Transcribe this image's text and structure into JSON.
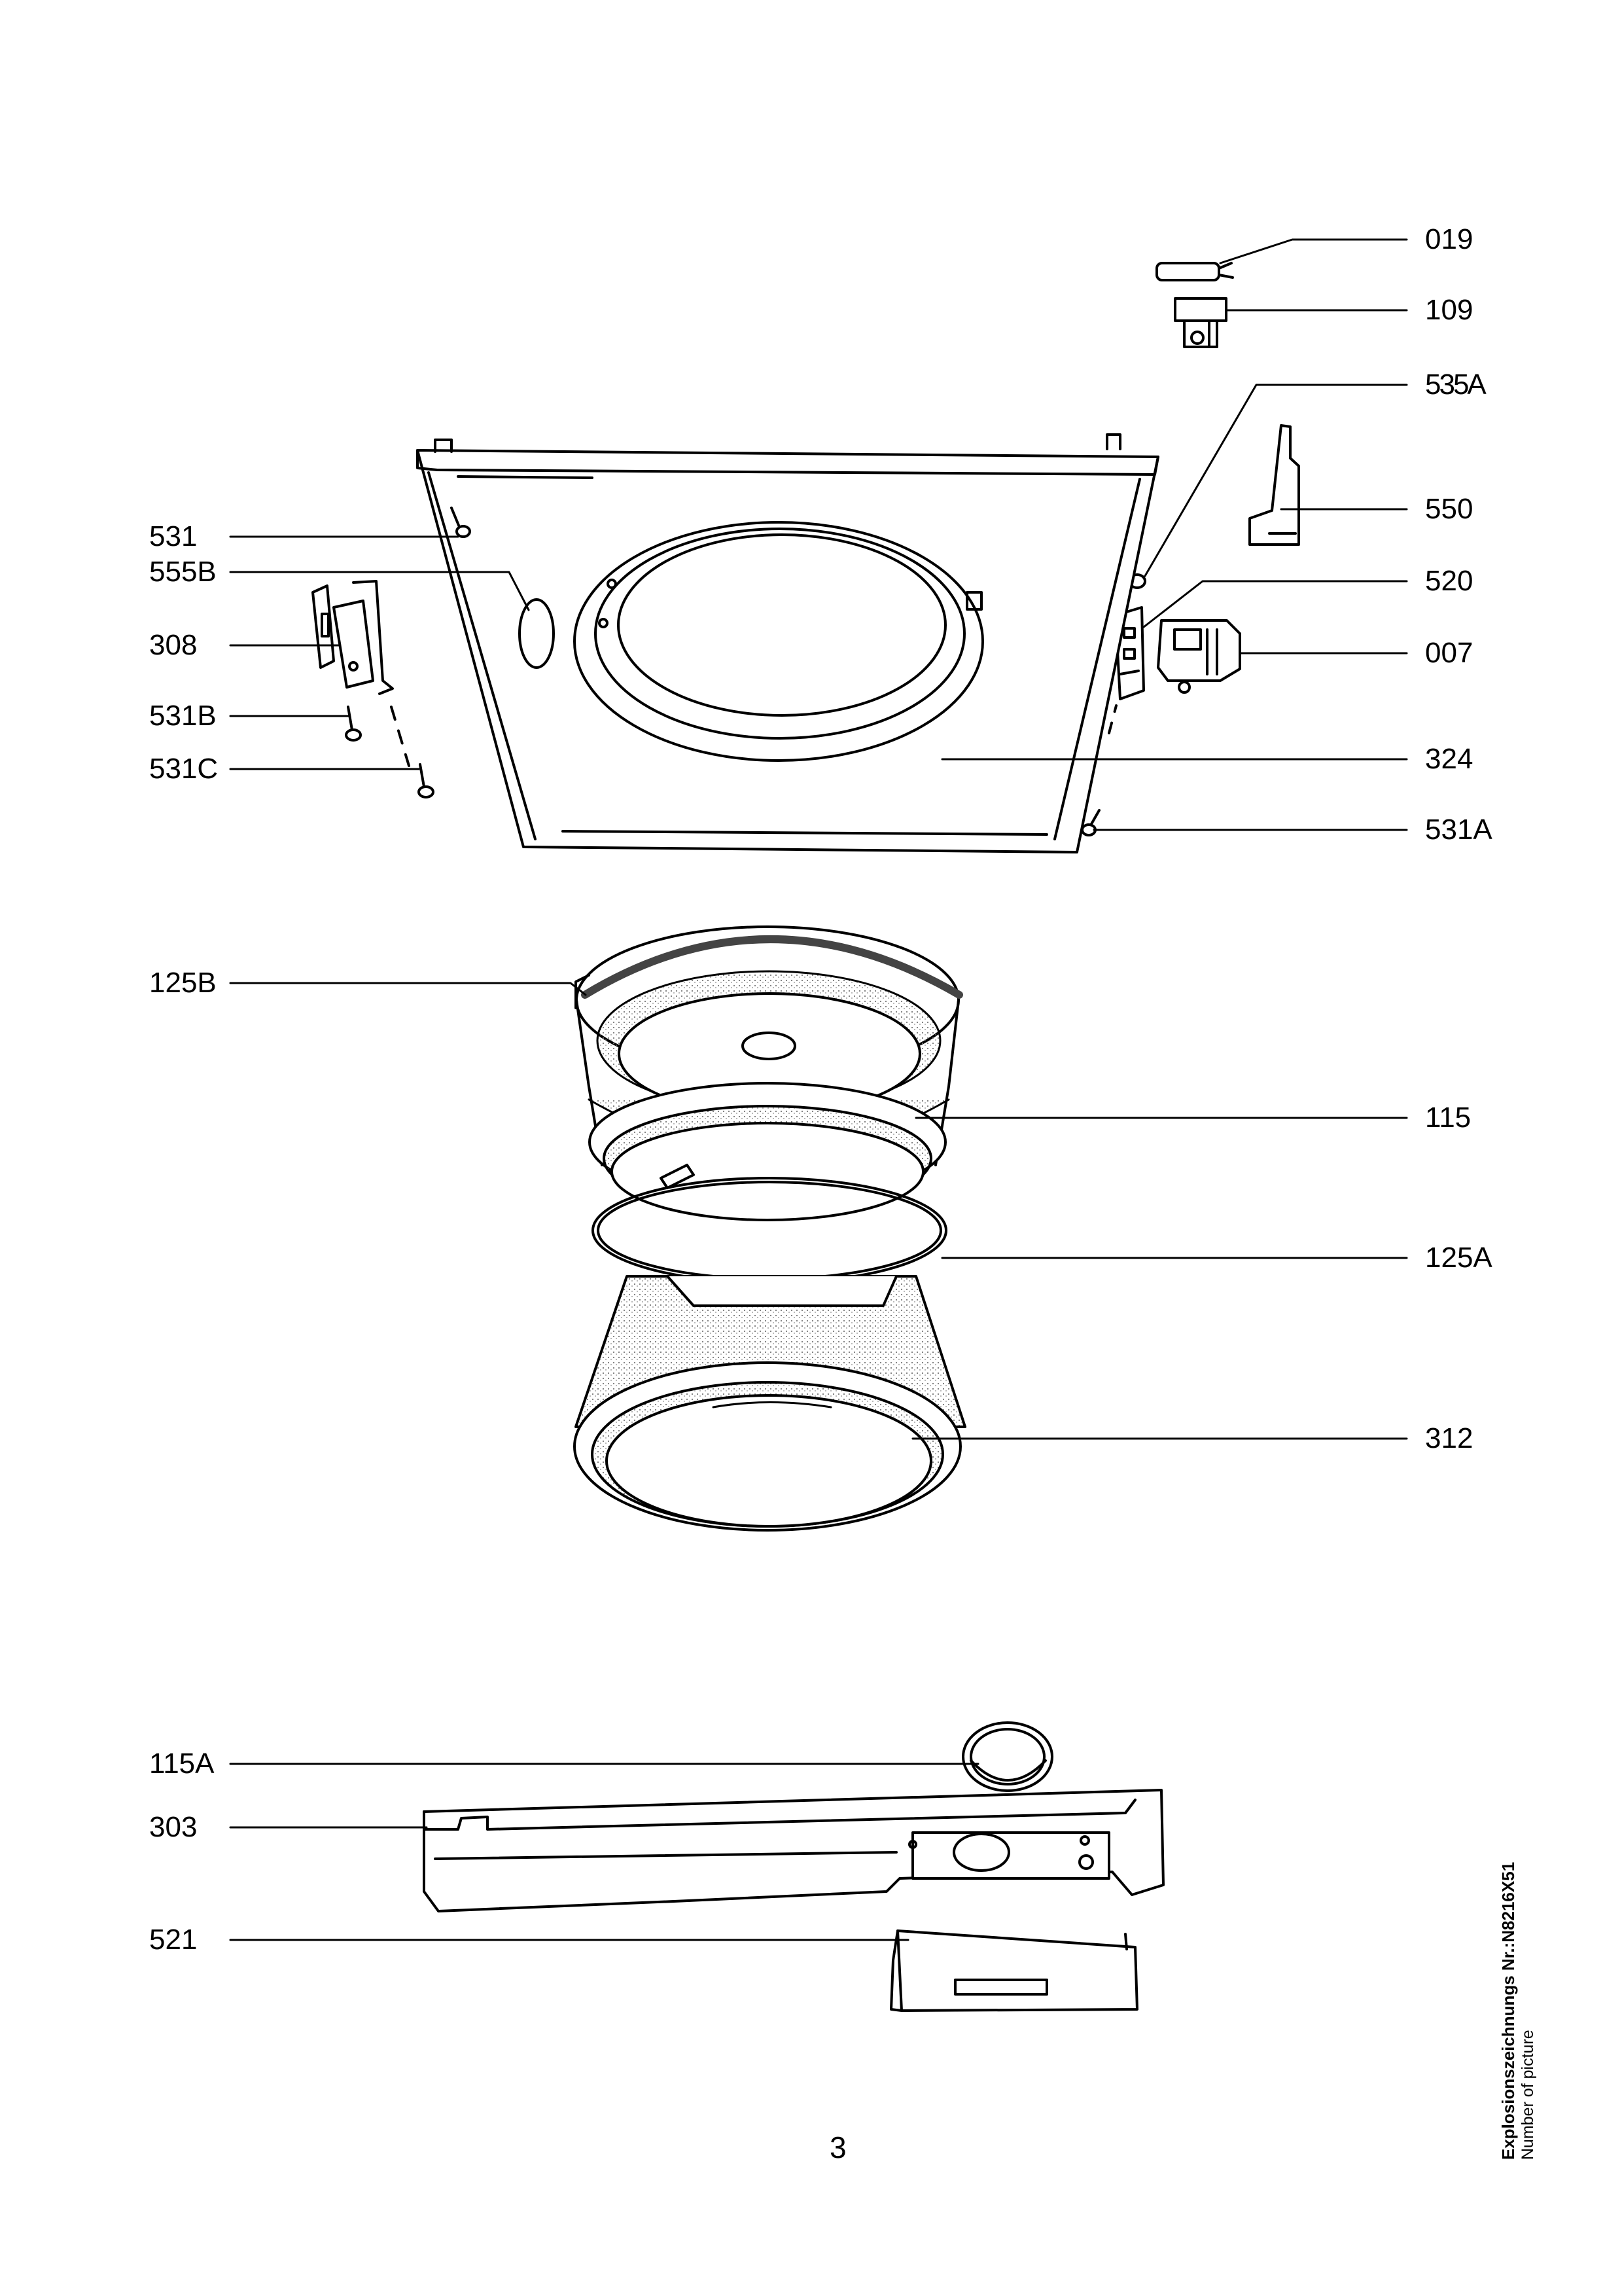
{
  "labels": {
    "p019": "019",
    "p109": "109",
    "p535A": "535A",
    "p550": "550",
    "p520": "520",
    "p007": "007",
    "p324": "324",
    "p531A": "531A",
    "p531": "531",
    "p555B": "555B",
    "p308": "308",
    "p531B": "531B",
    "p531C": "531C",
    "p125B": "125B",
    "p115": "115",
    "p125A": "125A",
    "p312": "312",
    "p115A": "115A",
    "p303": "303",
    "p521": "521"
  },
  "footer": {
    "page_number": "3",
    "picture_number_line1": "Explosionszeichnungs Nr.:N8216X51",
    "picture_number_line2": "Number of picture"
  },
  "colors": {
    "ink": "#000000",
    "paper": "#ffffff",
    "shade": "#9a9a9a"
  }
}
